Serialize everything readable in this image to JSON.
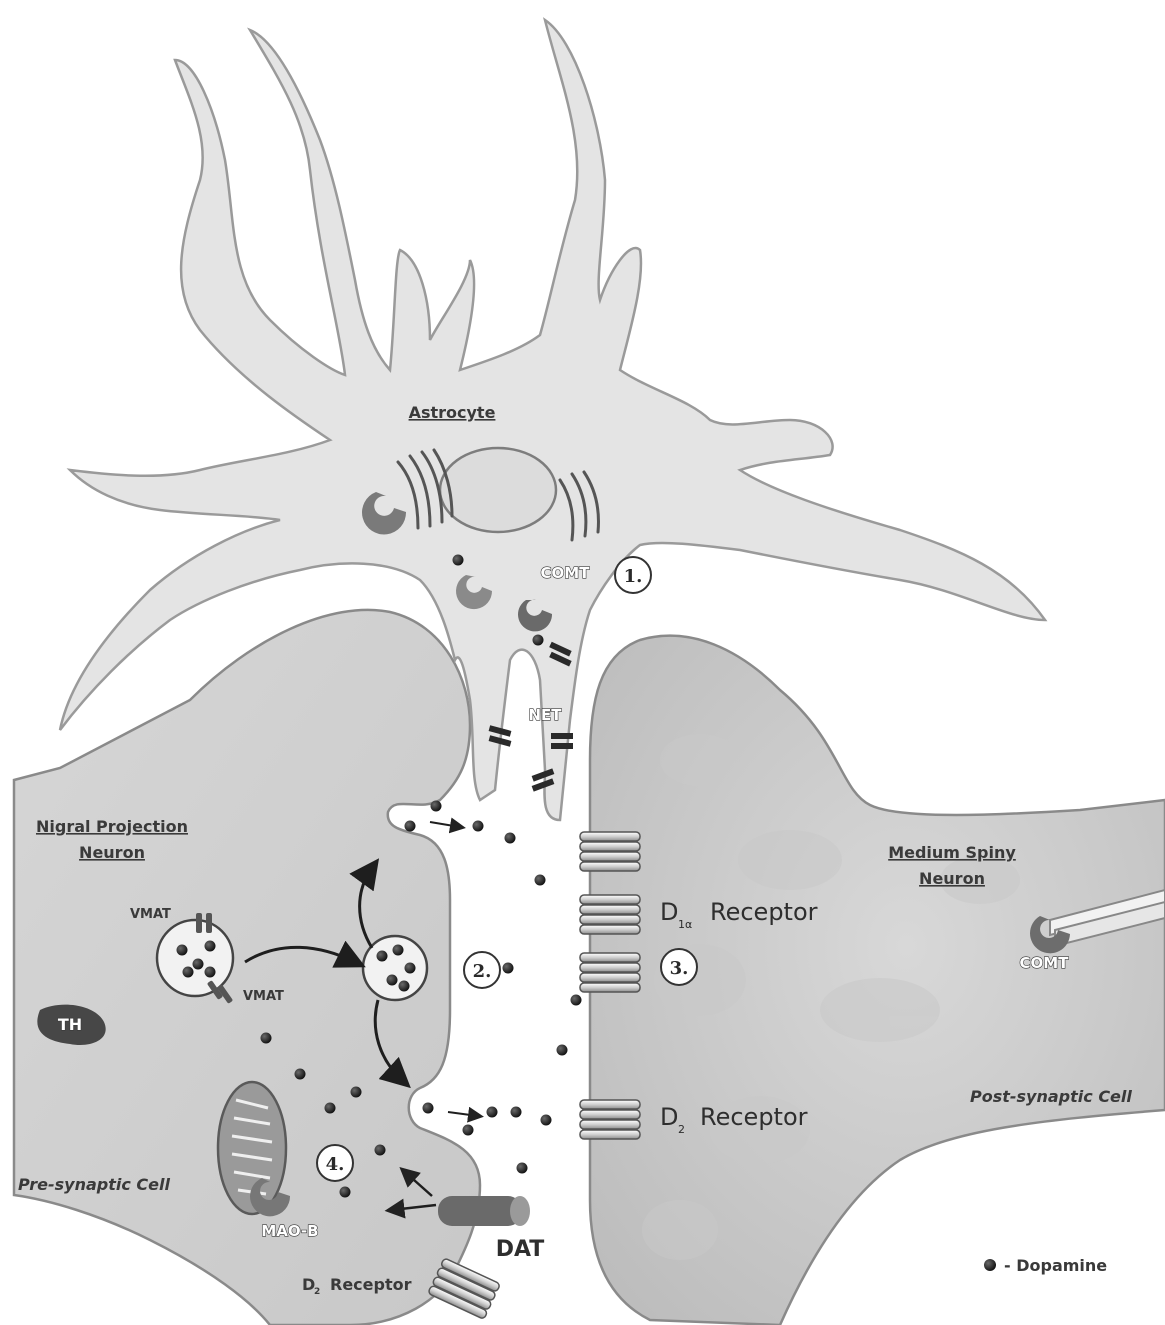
{
  "labels": {
    "astrocyte": "Astrocyte",
    "nigral_line1": "Nigral Projection",
    "nigral_line2": "Neuron",
    "msn_line1": "Medium Spiny",
    "msn_line2": "Neuron",
    "pre_synaptic": "Pre-synaptic Cell",
    "post_synaptic": "Post-synaptic Cell",
    "vmat_top": "VMAT",
    "vmat_bottom": "VMAT",
    "th": "TH",
    "comt_astro": "COMT",
    "comt_post": "COMT",
    "net": "NET",
    "dat": "DAT",
    "maob": "MAO-B",
    "d1_prefix": "D",
    "d1_sub": "1α",
    "d1_receptor": "Receptor",
    "d2_prefix": "D",
    "d2_sub": "2",
    "d2_receptor": "Receptor",
    "d2pre_prefix": "D",
    "d2pre_sub": "2",
    "d2pre_receptor": "Receptor",
    "legend_dopamine": "- Dopamine"
  },
  "steps": [
    "1.",
    "2.",
    "3.",
    "4."
  ],
  "colors": {
    "cell_fill": "#d2d2d2",
    "astro_fill": "#e2e2e2",
    "outline": "#8a8a8a",
    "dopamine": "#141414"
  }
}
